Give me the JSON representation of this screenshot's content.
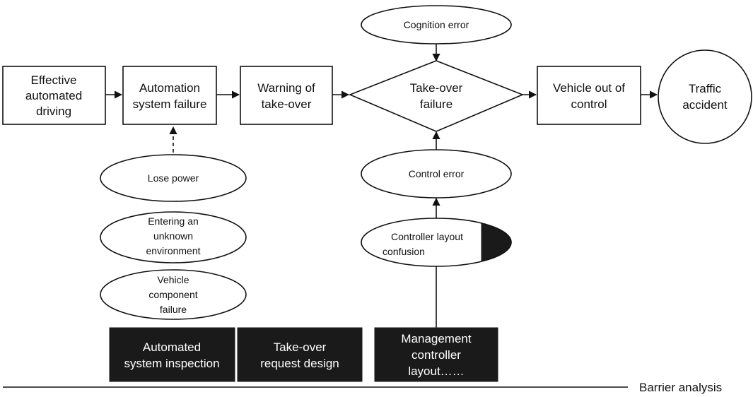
{
  "colors": {
    "line": "#111111",
    "barrier_fill": "#1a1a1a",
    "background": "#ffffff"
  },
  "chain": {
    "effective": [
      "Effective",
      "automated",
      "driving"
    ],
    "automation_failure": [
      "Automation",
      "system failure"
    ],
    "warning": [
      "Warning of",
      "take-over"
    ],
    "takeover_failure": [
      "Take-over",
      "failure"
    ],
    "out_of_control": [
      "Vehicle out of",
      "control"
    ],
    "accident": [
      "Traffic",
      "accident"
    ]
  },
  "causes": {
    "cognition_error": "Cognition error",
    "control_error": "Control error",
    "controller_confusion": [
      "Controller layout",
      "confusion"
    ],
    "lose_power": "Lose power",
    "unknown_env": [
      "Entering an",
      "unknown",
      "environment"
    ],
    "component_failure": [
      "Vehicle",
      "component",
      "failure"
    ]
  },
  "barriers": {
    "inspection": [
      "Automated",
      "system inspection"
    ],
    "request_design": [
      "Take-over",
      "request design"
    ],
    "management": [
      "Management",
      "controller",
      "layout……"
    ]
  },
  "barrier_label": "Barrier analysis"
}
